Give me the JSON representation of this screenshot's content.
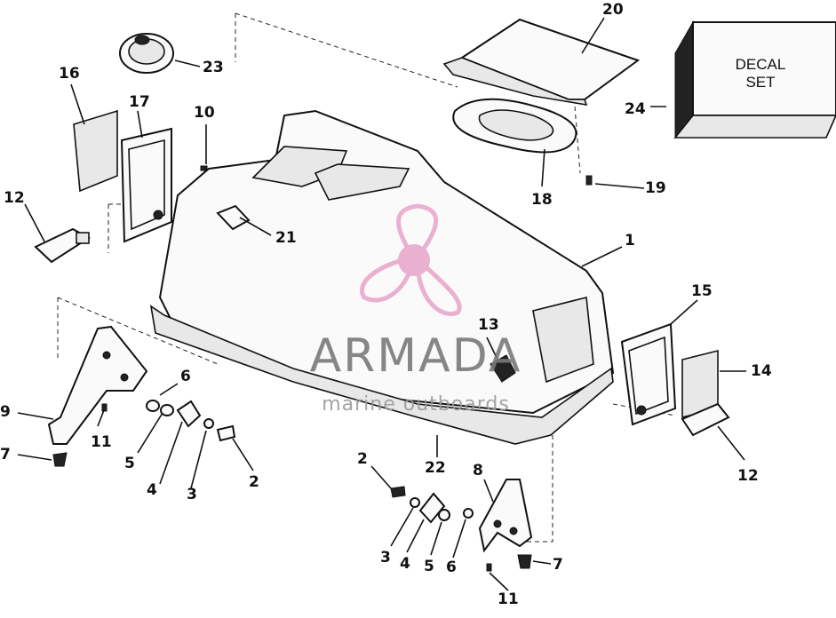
{
  "callouts": [
    {
      "id": "c1",
      "text": "1"
    },
    {
      "id": "c2a",
      "text": "2"
    },
    {
      "id": "c2b",
      "text": "2"
    },
    {
      "id": "c3a",
      "text": "3"
    },
    {
      "id": "c3b",
      "text": "3"
    },
    {
      "id": "c4a",
      "text": "4"
    },
    {
      "id": "c4b",
      "text": "4"
    },
    {
      "id": "c5a",
      "text": "5"
    },
    {
      "id": "c5b",
      "text": "5"
    },
    {
      "id": "c6a",
      "text": "6"
    },
    {
      "id": "c6b",
      "text": "6"
    },
    {
      "id": "c7a",
      "text": "7"
    },
    {
      "id": "c7b",
      "text": "7"
    },
    {
      "id": "c8",
      "text": "8"
    },
    {
      "id": "c9",
      "text": "9"
    },
    {
      "id": "c10",
      "text": "10"
    },
    {
      "id": "c11a",
      "text": "11"
    },
    {
      "id": "c11b",
      "text": "11"
    },
    {
      "id": "c12a",
      "text": "12"
    },
    {
      "id": "c12b",
      "text": "12"
    },
    {
      "id": "c13",
      "text": "13"
    },
    {
      "id": "c14",
      "text": "14"
    },
    {
      "id": "c15",
      "text": "15"
    },
    {
      "id": "c16",
      "text": "16"
    },
    {
      "id": "c17",
      "text": "17"
    },
    {
      "id": "c18",
      "text": "18"
    },
    {
      "id": "c19",
      "text": "19"
    },
    {
      "id": "c20",
      "text": "20"
    },
    {
      "id": "c21",
      "text": "21"
    },
    {
      "id": "c22",
      "text": "22"
    },
    {
      "id": "c23",
      "text": "23"
    },
    {
      "id": "c24",
      "text": "24"
    }
  ],
  "decal_box": {
    "line1": "DECAL",
    "line2": "SET"
  },
  "watermark": {
    "title": "ARMADA",
    "subtitle": "marine outboards",
    "color": "#e9a8cc"
  }
}
